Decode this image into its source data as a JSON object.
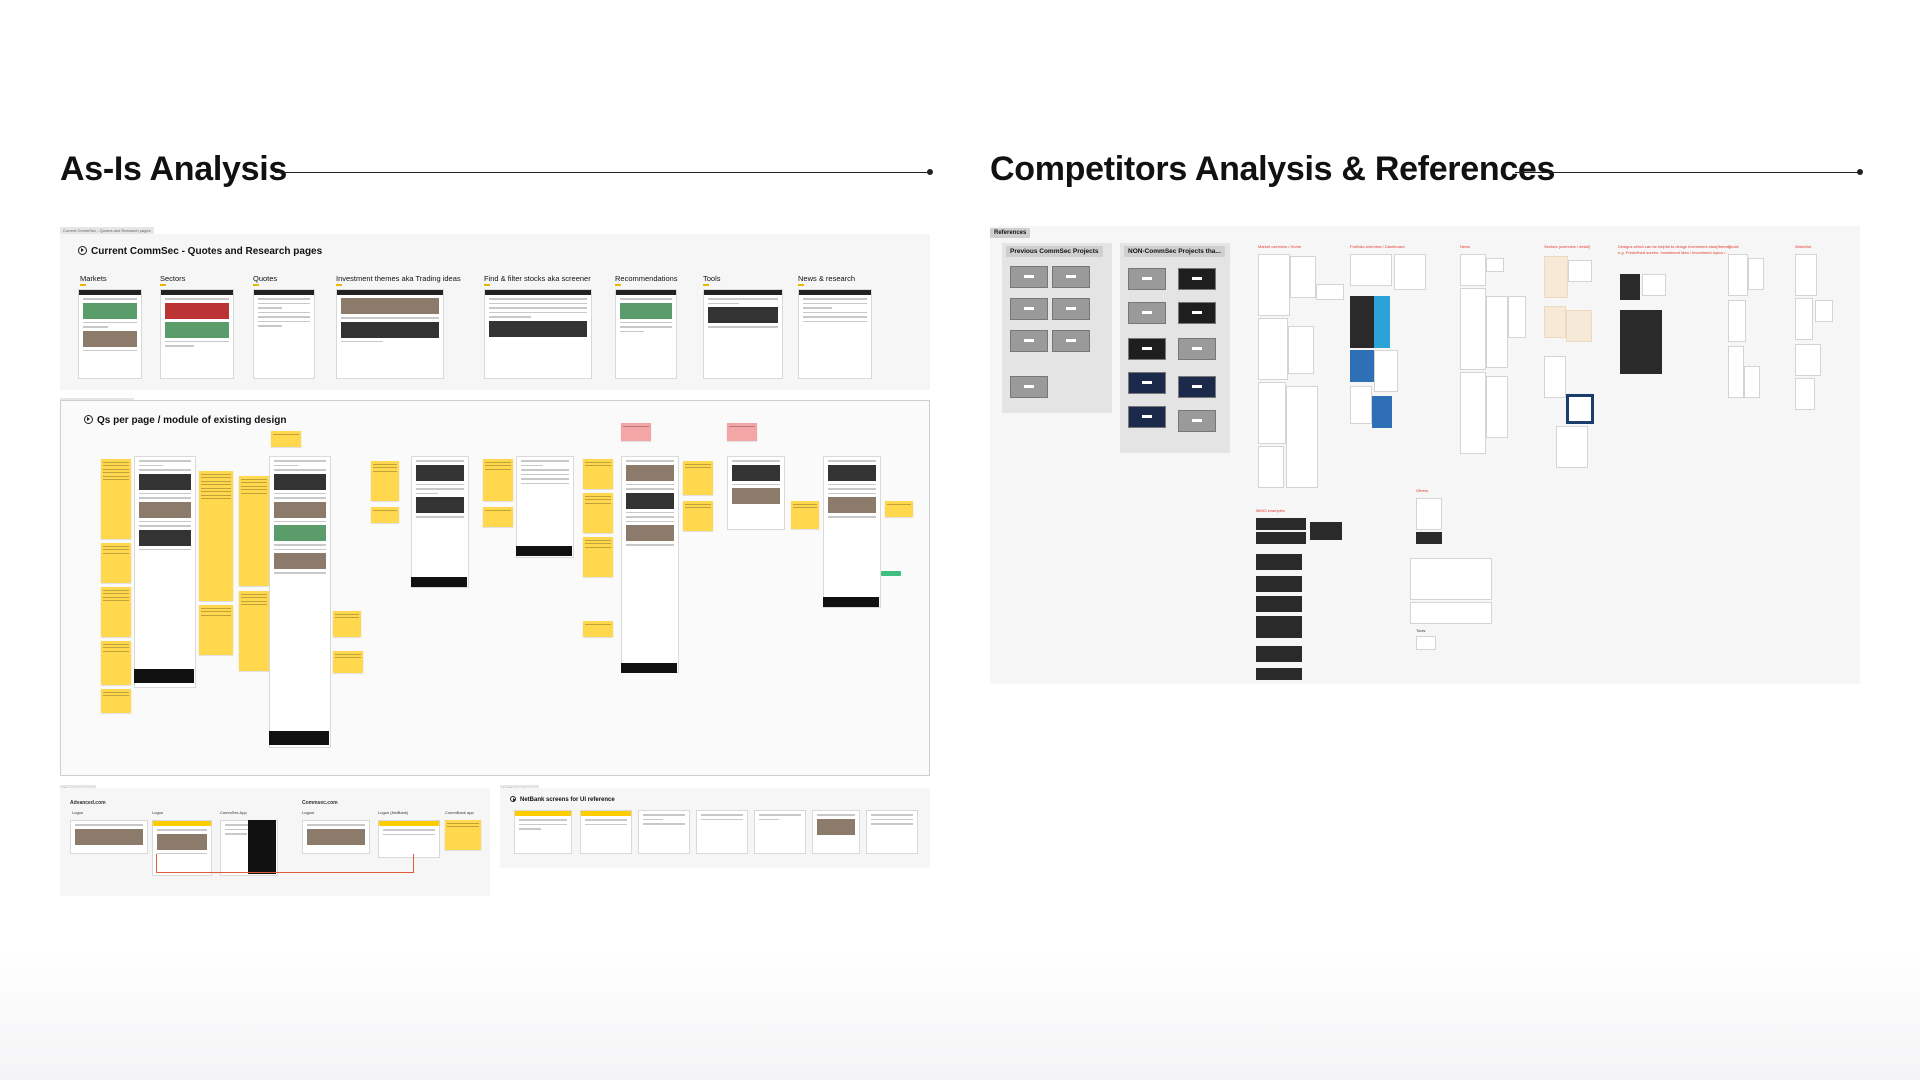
{
  "left_section": {
    "title": "As-Is Analysis",
    "frame1": {
      "tag": "Current CommSec - Quotes and Research pages",
      "title": "Current CommSec - Quotes and Research pages",
      "columns": [
        "Markets",
        "Sectors",
        "Quotes",
        "Investment themes aka Trading ideas",
        "Find & filter stocks aka screener",
        "Recommendations",
        "Tools",
        "News & research"
      ]
    },
    "frame2": {
      "tag": "Questions / concerns and suggestions",
      "title": "Qs per page / module of existing design"
    },
    "frame3": {
      "tag": "Current channels",
      "left_group": "Advanced.com",
      "right_group": "Commsec.com",
      "labels": [
        "Logon",
        "Logon",
        "CommSec App",
        "Logout",
        "Logon (NetBank)",
        "CommBank app"
      ]
    },
    "frame4": {
      "tag": "NetBank reference",
      "title": "NetBank screens for UI reference"
    }
  },
  "right_section": {
    "title": "Competitors Analysis & References",
    "references_tag": "References",
    "previous_projects": "Previous CommSec Projects",
    "non_commsec_projects": "NON-CommSec Projects tha...",
    "categories": [
      "Market overview / Home",
      "Portfolio overview / Dashboard",
      "News",
      "Sectors (overview / detail)",
      "Designs which can be helpful to design investment idea(theme)",
      "Quote",
      "Watchlist"
    ],
    "category_note": "e.g. Predefined screen, Investment idea / Investment topics /...",
    "extra_labels": [
      "MiMO examples",
      "Others",
      "Tools"
    ]
  },
  "colors": {
    "sticky_yellow": "#ffd84d",
    "sticky_pink": "#f4a6a6",
    "connector_orange": "#e25a3c",
    "category_red": "#e23b2e"
  }
}
